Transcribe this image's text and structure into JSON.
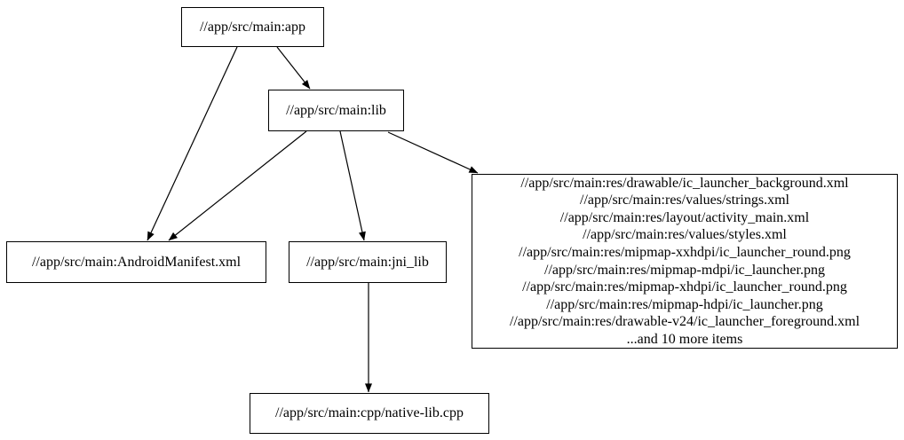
{
  "colors": {
    "background": "#ffffff",
    "node_border": "#000000",
    "edge": "#000000",
    "text": "#000000"
  },
  "nodes": {
    "app": {
      "label": "//app/src/main:app"
    },
    "lib": {
      "label": "//app/src/main:lib"
    },
    "android_manifest": {
      "label": "//app/src/main:AndroidManifest.xml"
    },
    "jni_lib": {
      "label": "//app/src/main:jni_lib"
    },
    "resources": {
      "lines": [
        "//app/src/main:res/drawable/ic_launcher_background.xml",
        "//app/src/main:res/values/strings.xml",
        "//app/src/main:res/layout/activity_main.xml",
        "//app/src/main:res/values/styles.xml",
        "//app/src/main:res/mipmap-xxhdpi/ic_launcher_round.png",
        "//app/src/main:res/mipmap-mdpi/ic_launcher.png",
        "//app/src/main:res/mipmap-xhdpi/ic_launcher_round.png",
        "//app/src/main:res/mipmap-hdpi/ic_launcher.png",
        "//app/src/main:res/drawable-v24/ic_launcher_foreground.xml",
        "...and 10 more items"
      ]
    },
    "native_lib": {
      "label": "//app/src/main:cpp/native-lib.cpp"
    }
  },
  "edges": [
    {
      "from": "app",
      "to": "lib"
    },
    {
      "from": "app",
      "to": "android_manifest"
    },
    {
      "from": "lib",
      "to": "android_manifest"
    },
    {
      "from": "lib",
      "to": "jni_lib"
    },
    {
      "from": "lib",
      "to": "resources"
    },
    {
      "from": "jni_lib",
      "to": "native_lib"
    }
  ]
}
